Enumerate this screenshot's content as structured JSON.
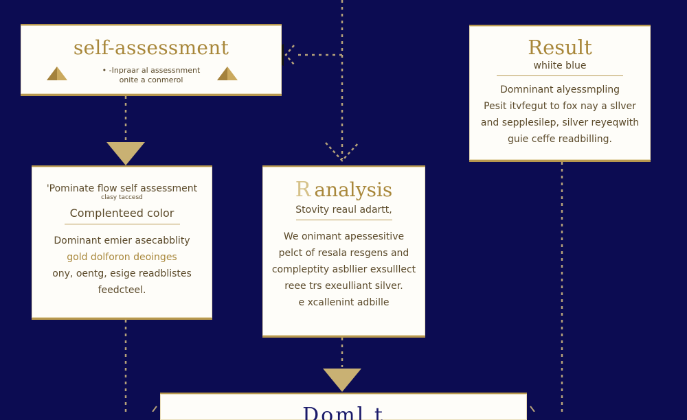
{
  "box_self": {
    "title": "self-assessment",
    "line1": "• -Inpraar al assessnment",
    "line2": "onite a conmerol"
  },
  "box_result": {
    "title": "Result",
    "subtitle": "whiite blue",
    "body": [
      "Domninant alyessmpling",
      "Pesit itvfegut to fox nay a sllver",
      "and sepplesilep, silver reyeqwith",
      "guie ceffe readbilling."
    ]
  },
  "box_flow": {
    "title": "'Pominate flow self assessment",
    "small": "clasy taccesd",
    "subtitle": "Complenteed color",
    "body": [
      "Dominant emier asecabblity",
      "gold dolforon deoinges",
      "ony, oentg, esige readblistes",
      "feedcteel."
    ]
  },
  "box_analysis": {
    "prefix": "R",
    "title": "analysis",
    "subtitle": "Stovity reaul adartt,",
    "body": [
      "We onimant apessesitive",
      "pelct of resala resgens and",
      "compleptity asbllier exsulllect",
      "reee trs exeulliant silver.",
      "e xcallenint adbille"
    ]
  },
  "box_bottom": {
    "title": "Doml t"
  },
  "colors": {
    "background": "#0c0c52",
    "card": "#fefdf9",
    "gold": "#b7984f",
    "text_gold": "#a8873a"
  }
}
